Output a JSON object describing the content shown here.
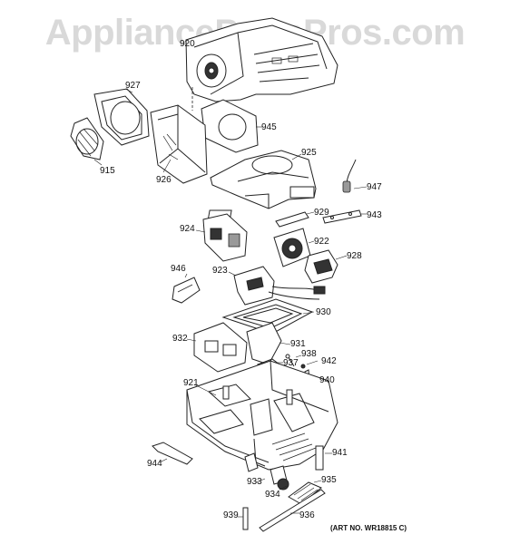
{
  "watermark": "AppliancePartsPros.com",
  "art_number": "(ART NO. WR18815 C)",
  "callouts": {
    "p920": "920",
    "p927": "927",
    "p945": "945",
    "p915": "915",
    "p926": "926",
    "p925": "925",
    "p947": "947",
    "p929": "929",
    "p943": "943",
    "p924": "924",
    "p922": "922",
    "p928": "928",
    "p946": "946",
    "p923": "923",
    "p930": "930",
    "p932": "932",
    "p931": "931",
    "p938": "938",
    "p937": "937",
    "p942": "942",
    "p921": "921",
    "p940": "940",
    "p944": "944",
    "p941": "941",
    "p933": "933",
    "p935": "935",
    "p934": "934",
    "p939": "939",
    "p936": "936"
  }
}
